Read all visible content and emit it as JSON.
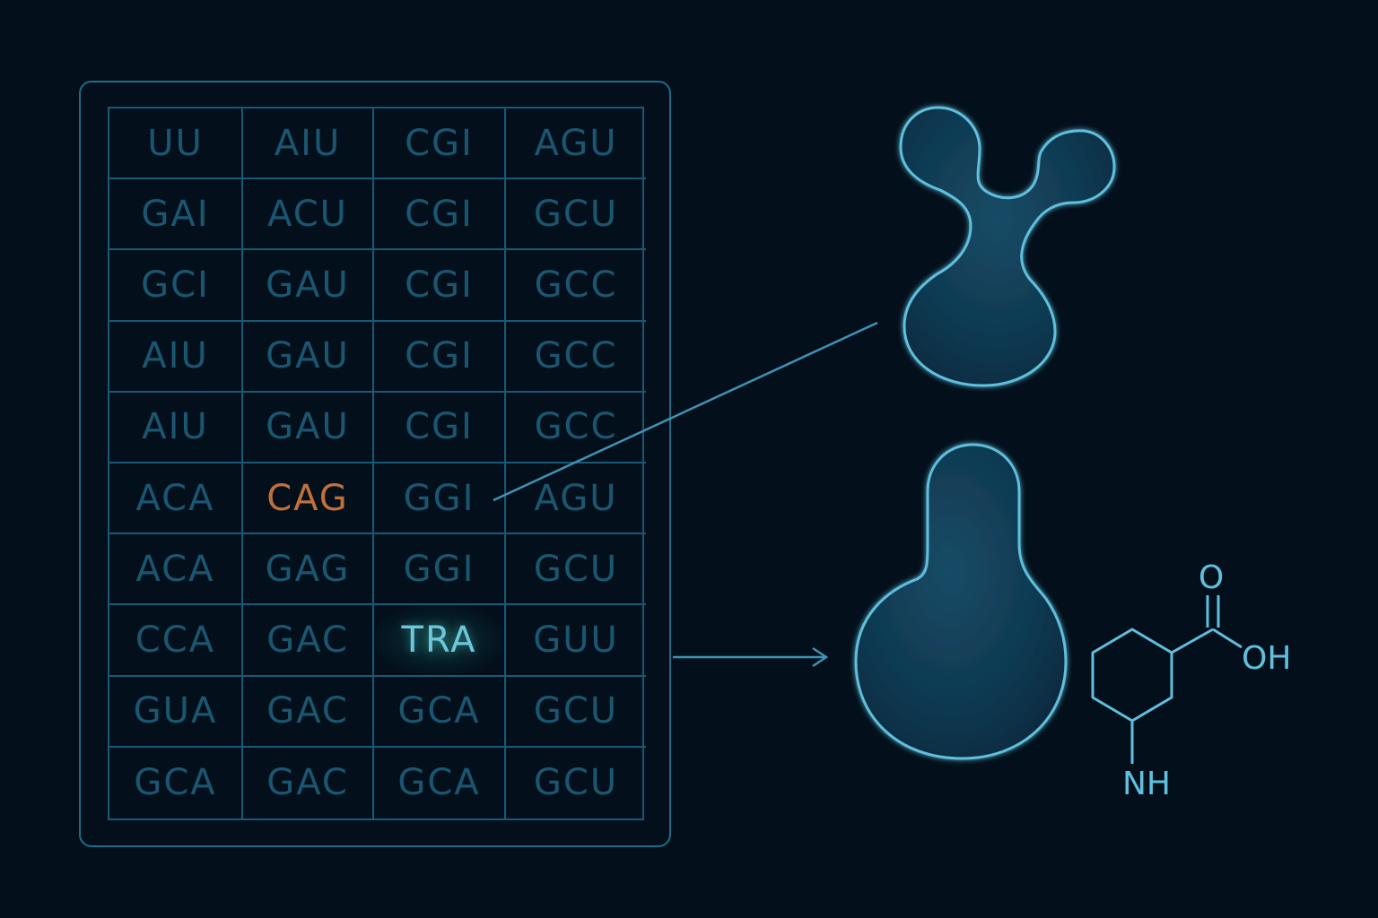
{
  "codon_table": {
    "rows": [
      [
        "UU",
        "AIU",
        "CGI",
        "AGU"
      ],
      [
        "GAI",
        "ACU",
        "CGI",
        "GCU"
      ],
      [
        "GCI",
        "GAU",
        "CGI",
        "GCC"
      ],
      [
        "AIU",
        "GAU",
        "CGI",
        "GCC"
      ],
      [
        "AIU",
        "GAU",
        "CGI",
        "GCC"
      ],
      [
        "ACA",
        "CAG",
        "GGI",
        "AGU"
      ],
      [
        "ACA",
        "GAG",
        "GGI",
        "GCU"
      ],
      [
        "CCA",
        "GAC",
        "TRA",
        "GUU"
      ],
      [
        "GUA",
        "GAC",
        "GCA",
        "GCU"
      ],
      [
        "GCA",
        "GAC",
        "GCA",
        "GCU"
      ]
    ],
    "highlight_orange": {
      "row": 5,
      "col": 1
    },
    "highlight_glow": {
      "row": 7,
      "col": 2
    }
  },
  "molecule": {
    "label_o": "O",
    "label_oh": "OH",
    "label_nh": "NH"
  },
  "colors": {
    "background": "#03101c",
    "grid_line": "#175a78",
    "codon_text": "#1b5671",
    "accent_orange": "#c2703a",
    "accent_cyan": "#5fbfdc",
    "blob_fill": "#0f3a52"
  }
}
